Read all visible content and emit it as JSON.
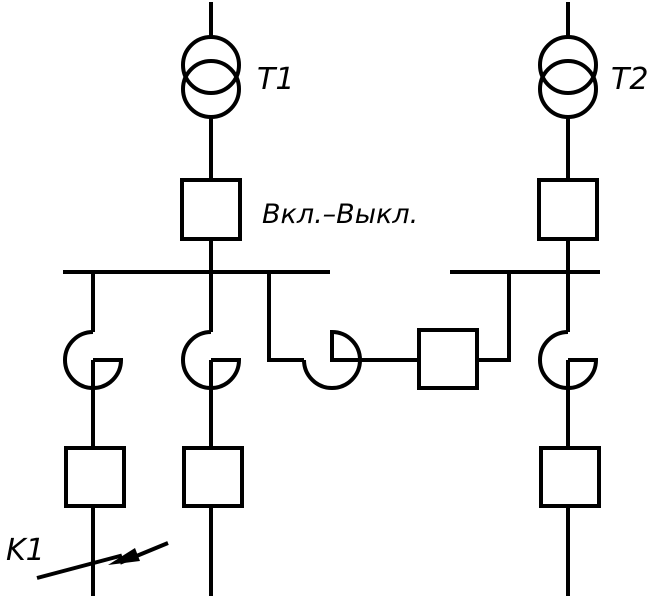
{
  "labels": {
    "t1": "T1",
    "t2": "T2",
    "switch_note": "Вкл.–Выкл.",
    "fault": "K1"
  },
  "colors": {
    "line": "#000000",
    "background": "#ffffff"
  }
}
